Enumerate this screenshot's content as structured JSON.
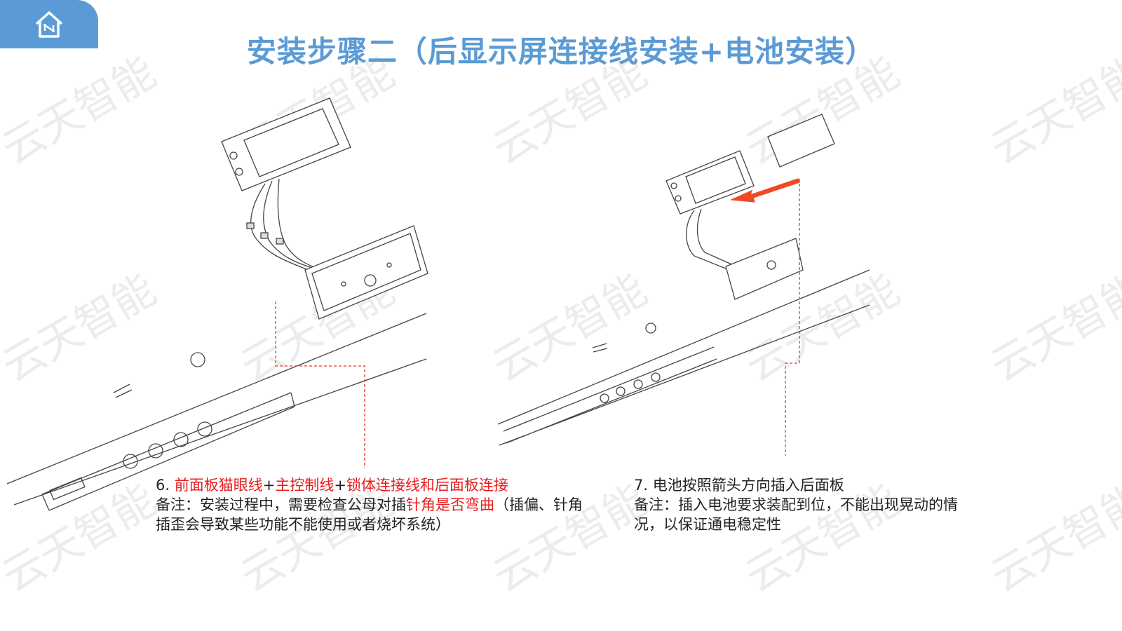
{
  "header": {
    "home_icon": "home-icon",
    "title": "安装步骤二（后显示屏连接线安装+电池安装）"
  },
  "watermark": "云天智能",
  "step6": {
    "number": "6. ",
    "part1": "前面板猫眼线",
    "plus1": "+",
    "part2": "主控制线",
    "plus2": "+",
    "part3": "锁体连接线和后面板连接",
    "note_prefix": "备注：安装过程中，需要检查公母对插",
    "note_highlight": "针角是否弯曲",
    "note_suffix": "（插偏、针角插歪会导致某些功能不能使用或者烧坏系统）"
  },
  "step7": {
    "line1": "7. 电池按照箭头方向插入后面板",
    "line2": "备注：插入电池要求装配到位，不能出现晃动的情况，以保证通电稳定性"
  },
  "colors": {
    "accent": "#5b9bd5",
    "highlight": "#e81c1c",
    "arrow": "#f04a24"
  }
}
